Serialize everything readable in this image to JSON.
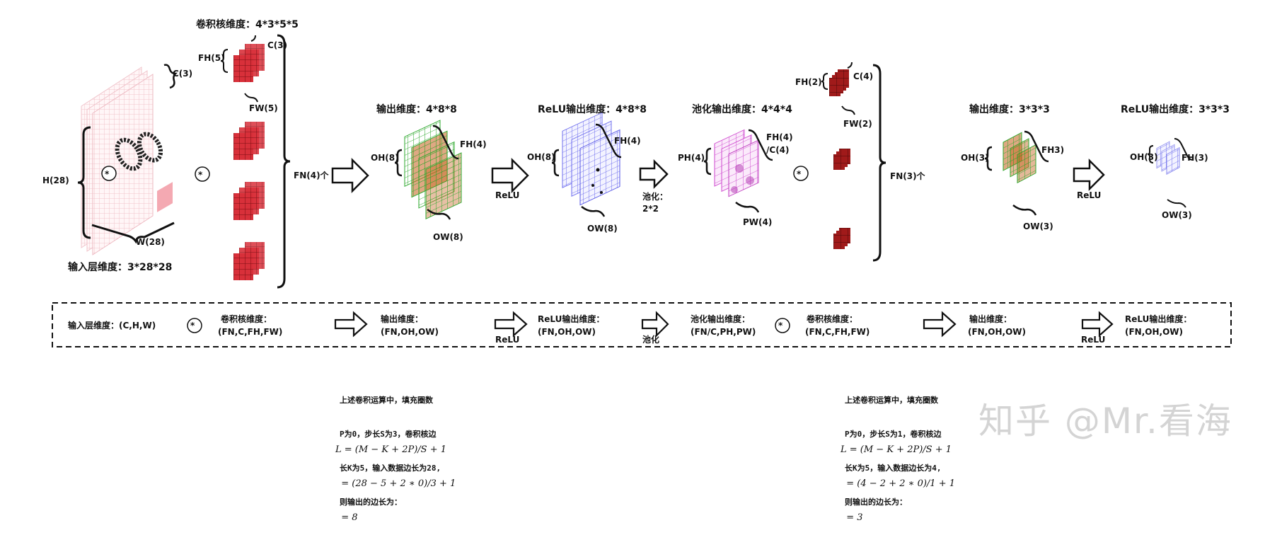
{
  "labels": {
    "kernel_dims": "卷积核维度：4*3*5*5",
    "fh5": "FH(5)",
    "c3_kernel": "C(3)",
    "fw5": "FW(5)",
    "c3_input": "C(3)",
    "h28": "H(28)",
    "w28": "W(28)",
    "input_dims": "输入层维度：3*28*28",
    "fn4": "FN(4)个",
    "out_dims_1": "输出维度：4*8*8",
    "fh4_a": "FH(4)",
    "oh8_a": "OH(8)",
    "ow8_a": "OW(8)",
    "relu_dims_1": "ReLU输出维度：4*8*8",
    "fh4_b": "FH(4)",
    "oh8_b": "OH(8)",
    "ow8_b": "OW(8)",
    "relu_arrow_1": "ReLU",
    "pool_dims": "池化输出维度：4*4*4",
    "fh4_c": "FH(4)",
    "c4_c": "/C(4)",
    "ph4": "PH(4)",
    "pw4": "PW(4)",
    "pool_arrow": "池化：",
    "pool_size": "2*2",
    "fh2": "FH(2)",
    "c4_k2": "C(4)",
    "fw2": "FW(2)",
    "fn3": "FN(3)个",
    "out_dims_2": "输出维度：3*3*3",
    "oh3_a": "OH(3)",
    "fh3_a": "FH3)",
    "ow3_a": "OW(3)",
    "relu_dims_2": "ReLU输出维度：3*3*3",
    "oh3_b": "OH(3)",
    "fh3_b": "FH(3)",
    "ow3_b": "OW(3)",
    "relu_arrow_2": "ReLU"
  },
  "conv_symbol": "*",
  "summary": {
    "input": "输入层维度：(C,H,W)",
    "kernel1_title": "卷积核维度：",
    "kernel1_value": "(FN,C,FH,FW)",
    "out1_title": "输出维度：",
    "out1_value": "(FN,OH,OW)",
    "relu1_arrow": "ReLU",
    "relu1_title": "ReLU输出维度：",
    "relu1_value": "(FN,OH,OW)",
    "pool_arrow": "池化",
    "pool_title": "池化输出维度：",
    "pool_value": "(FN/C,PH,PW)",
    "kernel2_title": "卷积核维度：",
    "kernel2_value": "(FN,C,FH,FW)",
    "out2_title": "输出维度：",
    "out2_value": "(FN,OH,OW)",
    "relu2_arrow": "ReLU",
    "relu2_title": "ReLU输出维度：",
    "relu2_value": "(FN,OH,OW)"
  },
  "note_left": {
    "lines": [
      "上述卷积运算中，填充圈数",
      "P为0，步长S为3，卷积核边",
      "长K为5，输入数据边长为28,",
      "则输出的边长为："
    ],
    "formula": [
      "L = (M − K + 2P)/S + 1",
      "  = (28 − 5 + 2 ∗ 0)/3 + 1",
      "  = 8"
    ]
  },
  "note_right": {
    "lines": [
      "上述卷积运算中，填充圈数",
      "P为0，步长S为1，卷积核边",
      "长K为5，输入数据边长为4,",
      "则输出的边长为："
    ],
    "formula": [
      "L = (M − K + 2P)/S + 1",
      "  = (4 − 2 + 2 ∗ 0)/1 + 1",
      "  = 3"
    ]
  },
  "watermark": "知乎 @Mr.看海",
  "colors": {
    "input_grid": "#f2c9cf",
    "kernel_red": "#c0202a",
    "conv_out": "#2ea82e",
    "relu_out": "#5a5ae6",
    "pool_out": "#d94fd9",
    "kernel2": "#8a1515"
  }
}
